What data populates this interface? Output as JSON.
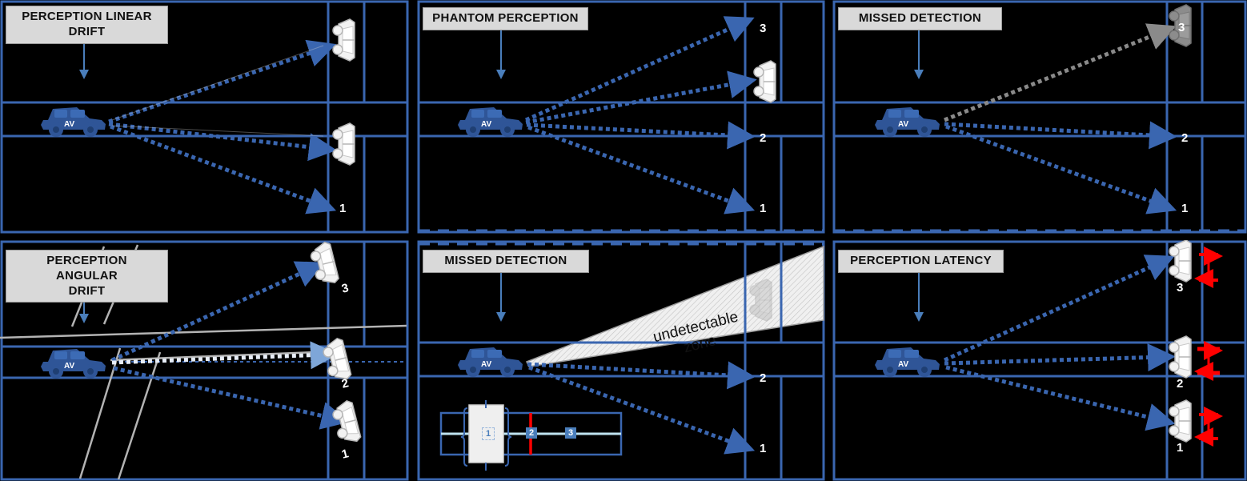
{
  "figure": {
    "background_color": "#000000",
    "road_color": "#3a66b0",
    "av_color": "#2f5597",
    "ghost_color": "#808080",
    "latency_marker_color": "#ff0000",
    "label_bg": "#d9d9d9",
    "panel_count": 6
  },
  "panels": [
    {
      "id": "perception-linear-drift",
      "title": "PERCEPTION LINEAR\nDRIFT",
      "ego_label": "AV",
      "track_numbers": [
        "1"
      ],
      "detected_vehicles": 2,
      "has_ghost": false,
      "has_undetectable_zone": false,
      "has_latency_markers": false
    },
    {
      "id": "phantom-perception",
      "title": "PHANTOM PERCEPTION",
      "ego_label": "AV",
      "track_numbers": [
        "3",
        "2",
        "1"
      ],
      "detected_vehicles": 1,
      "has_ghost": false,
      "has_undetectable_zone": false,
      "has_latency_markers": false
    },
    {
      "id": "missed-detection-top",
      "title": "MISSED DETECTION",
      "ego_label": "AV",
      "track_numbers": [
        "3",
        "2",
        "1"
      ],
      "detected_vehicles": 0,
      "has_ghost": true,
      "ghost_number": "3",
      "has_undetectable_zone": false,
      "has_latency_markers": false
    },
    {
      "id": "perception-angular-drift",
      "title": "PERCEPTION ANGULAR\nDRIFT",
      "ego_label": "AV",
      "track_numbers": [
        "3",
        "2",
        "1"
      ],
      "detected_vehicles": 3,
      "has_ghost": false,
      "has_undetectable_zone": false,
      "has_latency_markers": false
    },
    {
      "id": "missed-detection-bottom",
      "title": "MISSED DETECTION",
      "ego_label": "AV",
      "track_numbers": [
        "2",
        "1"
      ],
      "detected_vehicles": 0,
      "has_ghost": true,
      "ghost_number": "3",
      "has_undetectable_zone": true,
      "undetectable_zone_label": "undetectable\nzone",
      "inset": {
        "numbers": [
          "1",
          "2",
          "3"
        ],
        "occluder_number": "1",
        "blocked_marker_color": "#ff0000"
      },
      "has_latency_markers": false
    },
    {
      "id": "perception-latency",
      "title": "PERCEPTION LATENCY",
      "ego_label": "AV",
      "track_numbers": [
        "3",
        "2",
        "1"
      ],
      "detected_vehicles": 3,
      "has_ghost": false,
      "has_undetectable_zone": false,
      "has_latency_markers": true,
      "latency_marker_count": 3
    }
  ]
}
